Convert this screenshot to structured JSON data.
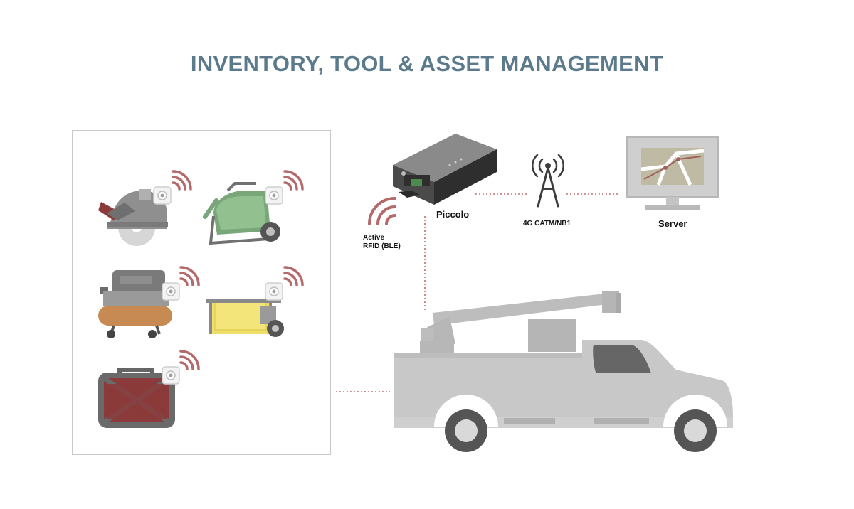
{
  "title": "INVENTORY, TOOL & ASSET MANAGEMENT",
  "labels": {
    "rfid_line1": "Active",
    "rfid_line2": "RFID (BLE)",
    "gateway": "Piccolo",
    "cellular": "4G CATM/NB1",
    "server": "Server"
  },
  "colors": {
    "title": "#5b7a8c",
    "signal": "#b46a6a",
    "link_dots": "#c07070",
    "truck": "#c3c3c3",
    "panel_border": "#c9c9c9"
  },
  "icons": [
    "circular-saw-icon",
    "lawn-mower-icon",
    "air-compressor-icon",
    "generator-icon",
    "toolbox-icon",
    "rfid-tag-icon",
    "gateway-device-icon",
    "cell-tower-icon",
    "monitor-map-icon",
    "bucket-truck-icon"
  ]
}
